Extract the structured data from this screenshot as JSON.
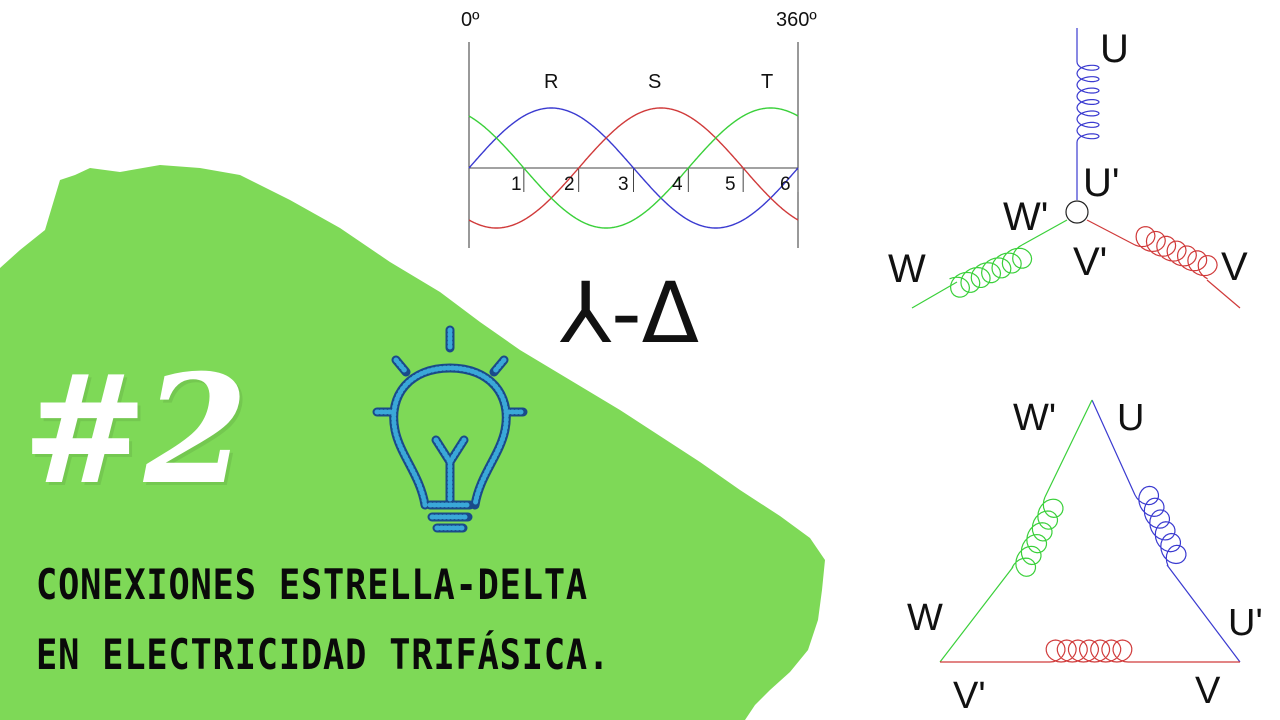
{
  "episode": {
    "number": "#2"
  },
  "title": {
    "line1": "CONEXIONES ESTRELLA-DELTA",
    "line2": "EN ELECTRICIDAD TRIFÁSICA."
  },
  "connection_label": "⅄-Δ",
  "waveform": {
    "start_label": "0º",
    "end_label": "360º",
    "phase_labels": [
      "R",
      "S",
      "T"
    ],
    "interval_labels": [
      "1",
      "2",
      "3",
      "4",
      "5",
      "6"
    ]
  },
  "star": {
    "labels": {
      "U": "U",
      "U_prime": "U'",
      "V": "V",
      "V_prime": "V'",
      "W": "W",
      "W_prime": "W'"
    }
  },
  "delta": {
    "labels": {
      "W_prime": "W'",
      "U": "U",
      "W": "W",
      "U_prime": "U'",
      "V_prime": "V'",
      "V": "V"
    }
  },
  "colors": {
    "background": "#ffffff",
    "green_shape": "#7ed957",
    "phase_blue": "#3a3ad0",
    "phase_red": "#d03a3a",
    "phase_green": "#3ad03a",
    "bulb_blue": "#3aa8d8"
  }
}
